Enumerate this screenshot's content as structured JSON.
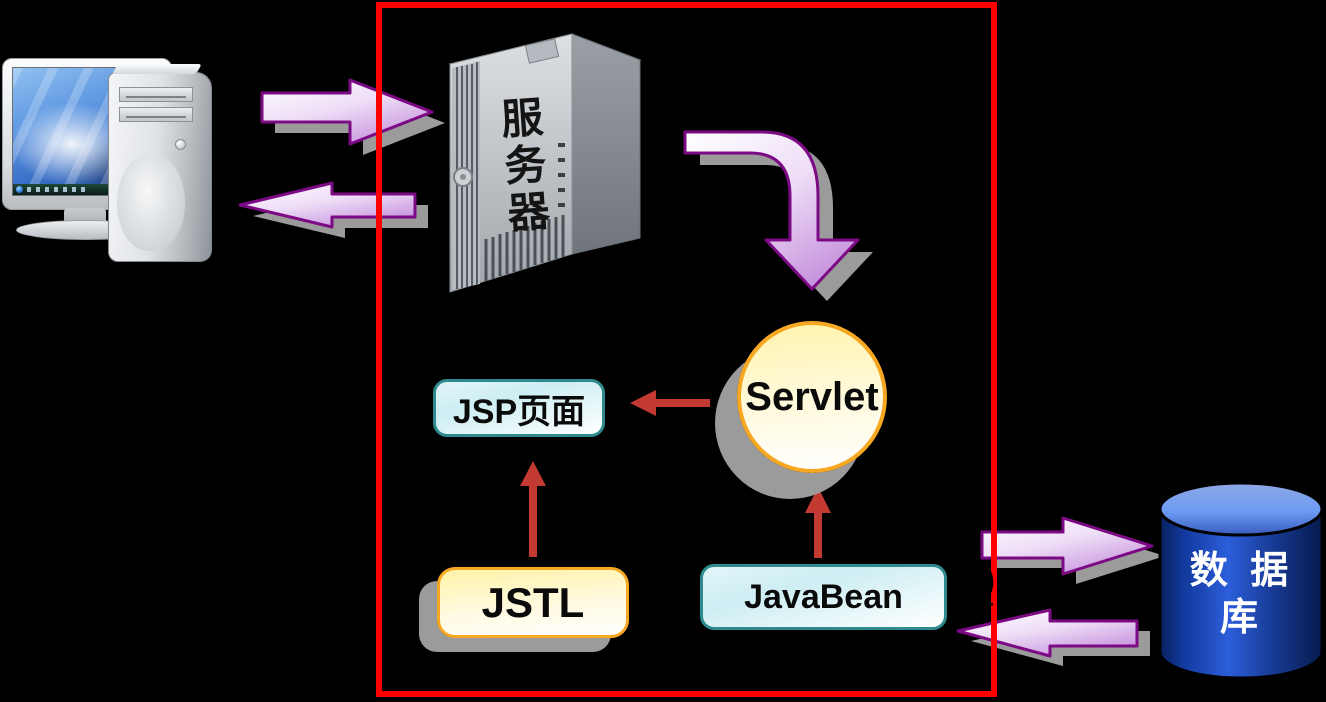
{
  "nodes": {
    "client": {
      "icon": "client-computer-icon"
    },
    "server": {
      "label": "服务器",
      "icon": "server-tower-icon"
    },
    "servlet": {
      "label": "Servlet"
    },
    "jsp": {
      "label": "JSP页面"
    },
    "jstl": {
      "label": "JSTL"
    },
    "javabean": {
      "label": "JavaBean"
    },
    "database": {
      "label_line1": "数 据",
      "label_line2": "库",
      "icon": "database-cylinder-icon"
    }
  },
  "arrows": {
    "client_to_server": {
      "style": "block",
      "direction": "right"
    },
    "server_to_client": {
      "style": "block",
      "direction": "left"
    },
    "server_to_servlet": {
      "style": "block-curved",
      "direction": "down"
    },
    "servlet_to_jsp": {
      "style": "thin",
      "direction": "left"
    },
    "jstl_to_jsp": {
      "style": "thin",
      "direction": "up"
    },
    "javabean_to_servlet": {
      "style": "thin",
      "direction": "up"
    },
    "javabean_to_database": {
      "style": "block",
      "direction": "right"
    },
    "database_to_javabean": {
      "style": "block",
      "direction": "left"
    }
  },
  "colors": {
    "background": "#000000",
    "frame_red": "#FE0000",
    "thin_arrow_red": "#C23A31",
    "block_arrow_border": "#7D0A85",
    "block_arrow_fill_light": "#FFFFFF",
    "block_arrow_fill_dark": "#C793DD",
    "shadow_gray": "#9B9B9B",
    "teal_box_border": "#2E8A8E",
    "cyan_box_fill": "#DDF4F8",
    "orange_border": "#F7A823",
    "yellow_fill": "#FFF3AE",
    "database_blue": "#2C5EDB"
  }
}
